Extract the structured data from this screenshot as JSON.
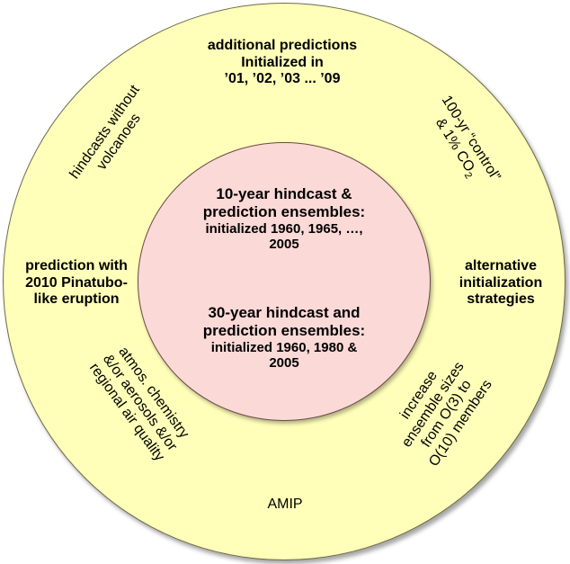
{
  "outer_labels": {
    "top": [
      "additional predictions",
      "Initialized in",
      "’01, ’02, ’03  ... ’09"
    ],
    "top_left": [
      "hindcasts without",
      "volcanoes"
    ],
    "top_right_line1": "100-yr “control”",
    "top_right_line2_prefix": "& 1% CO",
    "top_right_line2_sub": "2",
    "left": [
      "prediction with",
      "2010 Pinatubo-",
      "like eruption"
    ],
    "right": [
      "alternative",
      "initialization",
      "strategies"
    ],
    "bottom_left": [
      "atmos. chemistry",
      "&/or aerosols &/or",
      "regional air quality"
    ],
    "bottom_right": [
      "increase",
      "ensemble sizes",
      "from O(3) to",
      "O(10) members"
    ],
    "bottom": "AMIP"
  },
  "inner_labels": {
    "block1": [
      "10-year hindcast &",
      "prediction ensembles:",
      "initialized 1960, 1965, …,",
      "2005"
    ],
    "block2": [
      "30-year hindcast and",
      "prediction ensembles:",
      "initialized 1960, 1980 &",
      "2005"
    ]
  },
  "colors": {
    "outer_fill": "#ffffb9",
    "inner_fill": "#fbd9d7"
  }
}
